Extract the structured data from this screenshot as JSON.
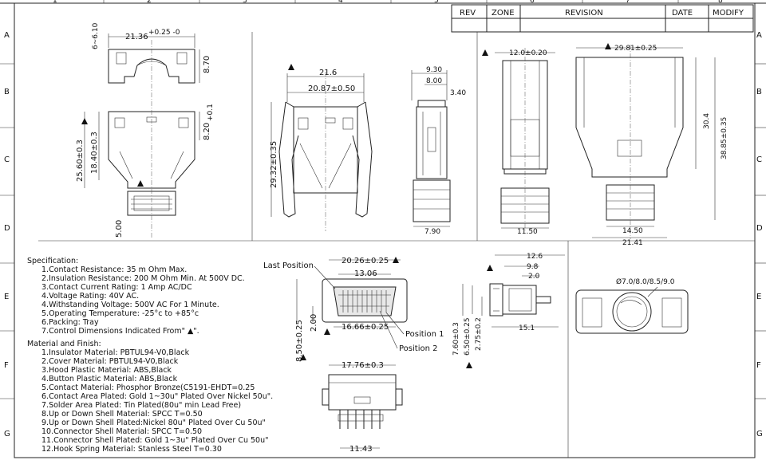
{
  "title_block": {
    "headers": [
      "REV",
      "ZONE",
      "REVISION",
      "DATE",
      "MODIFY"
    ]
  },
  "grid": {
    "columns": [
      "1",
      "2",
      "3",
      "4",
      "5",
      "6",
      "7",
      "8"
    ],
    "rows": [
      "A",
      "B",
      "C",
      "D",
      "E",
      "F",
      "G"
    ]
  },
  "dims": {
    "v1_width": "21.36",
    "v1_width_tol": "+0.25\n-0",
    "v1_top_h": "6~6.10",
    "v1_r": "8.70",
    "v1_r2": "8.20",
    "v1_r2_tol": "+0.1",
    "v1_h1": "25.60±0.3",
    "v1_h2": "18.40±0.3",
    "v1_base": "5.00",
    "v2_w1": "21.6",
    "v2_w2": "20.87±0.50",
    "v2_h": "29.32±0.35",
    "v3_w1": "9.30",
    "v3_w2": "8.00",
    "v3_w3": "3.40",
    "v3_base": "7.90",
    "v4_top": "12.0±0.20",
    "v4_base": "11.50",
    "v5_top": "29.81±0.25",
    "v5_h1": "30.4",
    "v5_h2": "38.85±0.35",
    "v5_b1": "14.50",
    "v5_b2": "21.41",
    "f_w1": "20.26±0.25",
    "f_w2": "13.06",
    "f_w3": "16.66±0.25",
    "f_h1": "8.50±0.25",
    "f_h2": "2.00",
    "f_last": "Last Position",
    "f_p1": "Position 1",
    "f_p2": "Position 2",
    "s_w1": "12.6",
    "s_w2": "9.8",
    "s_w3": "2.0",
    "s_w4": "15.1",
    "s_h1": "7.60±0.3",
    "s_h2": "6.50±0.25",
    "s_h3": "2.75±0.2",
    "cable": "Ø7.0/8.0/8.5/9.0",
    "b_top": "17.76±0.3",
    "b_bot": "11.43"
  },
  "spec": {
    "heading": "Specification:",
    "lines": [
      "1.Contact Resistance: 35 m Ohm Max.",
      "2.Insulation Resistance: 200 M Ohm Min. At 500V DC.",
      "3.Contact Current Rating: 1 Amp AC/DC",
      "4.Voltage Rating: 40V AC.",
      "4.Withstanding Voltage: 500V AC For 1 Minute.",
      "5.Operating Temperature: -25°c to +85°c",
      "6.Packing: Tray",
      "7.Control Dimensions Indicated From\" ▲\"."
    ]
  },
  "material": {
    "heading": "Material and Finish:",
    "lines": [
      "1.Insulator Material: PBTUL94-V0,Black",
      "2.Cover Material: PBTUL94-V0,Black",
      "3.Hood Plastic Material: ABS,Black",
      "4.Button Plastic Material: ABS,Black",
      "5.Contact Material: Phosphor Bronze(C5191-EHDT=0.25",
      "6.Contact Area Plated: Gold 1~30u\" Plated  Over Nickel 50u\".",
      "7.Solder Area Plated: Tin Plated(80u\" min Lead Free)",
      "8.Up or Down Shell Material: SPCC T=0.50",
      "9.Up or Down Shell Plated:Nickel 80u\" Plated  Over Cu 50u\"",
      "10.Connector Shell Material: SPCC T=0.50",
      "11.Connector Shell Plated: Gold 1~3u\" Plated  Over Cu 50u\"",
      "12.Hook Spring Material: Stanless Steel T=0.30"
    ]
  }
}
